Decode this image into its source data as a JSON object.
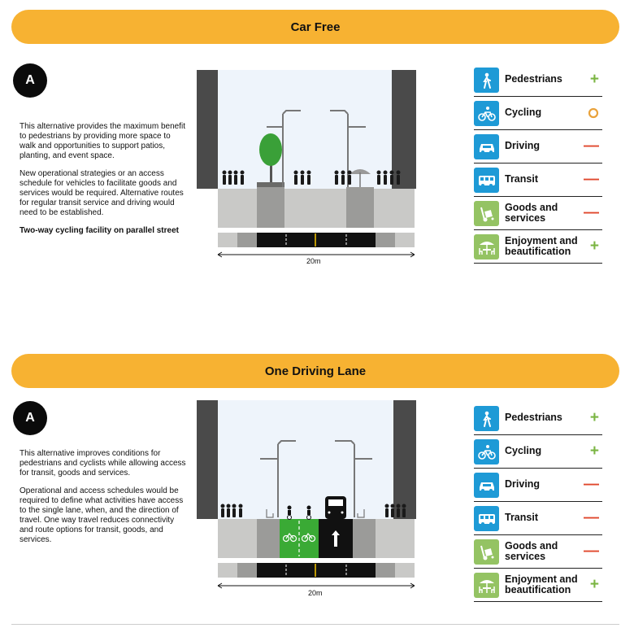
{
  "sections": [
    {
      "banner_title": "Car Free",
      "badge": "A",
      "paragraphs": [
        "This alternative provides the maximum benefit to pedestrians by providing more space to walk and opportunities to support patios, planting, and event space.",
        "New operational strategies or an access schedule for vehicles to facilitate goods and services would be required. Alternative routes for regular transit service and driving would need to be established."
      ],
      "bold_note": "Two-way cycling facility on parallel street",
      "scale": "20m",
      "ratings": [
        {
          "label": "Pedestrians",
          "icon": "pedestrian-icon",
          "symbol": "+",
          "kind": "plus"
        },
        {
          "label": "Cycling",
          "icon": "bicycle-icon",
          "symbol": "o",
          "kind": "circle"
        },
        {
          "label": "Driving",
          "icon": "car-icon",
          "symbol": "—",
          "kind": "minus"
        },
        {
          "label": "Transit",
          "icon": "bus-icon",
          "symbol": "—",
          "kind": "minus"
        },
        {
          "label": "Goods and services",
          "icon": "hand-truck-icon",
          "symbol": "—",
          "kind": "minus"
        },
        {
          "label": "Enjoyment and beautification",
          "icon": "patio-icon",
          "symbol": "+",
          "kind": "plus"
        }
      ]
    },
    {
      "banner_title": "One Driving Lane",
      "badge": "A",
      "paragraphs": [
        "This alternative improves conditions for pedestrians and cyclists while allowing access for transit, goods and services.",
        "Operational and access schedules would be required to define what activities have access to the single lane, when, and the direction of travel. One way travel reduces connectivity and route options for transit, goods, and services."
      ],
      "bold_note": "",
      "scale": "20m",
      "ratings": [
        {
          "label": "Pedestrians",
          "icon": "pedestrian-icon",
          "symbol": "+",
          "kind": "plus"
        },
        {
          "label": "Cycling",
          "icon": "bicycle-icon",
          "symbol": "+",
          "kind": "plus"
        },
        {
          "label": "Driving",
          "icon": "car-icon",
          "symbol": "—",
          "kind": "minus"
        },
        {
          "label": "Transit",
          "icon": "bus-icon",
          "symbol": "—",
          "kind": "minus"
        },
        {
          "label": "Goods and services",
          "icon": "hand-truck-icon",
          "symbol": "—",
          "kind": "minus"
        },
        {
          "label": "Enjoyment and beautification",
          "icon": "patio-icon",
          "symbol": "+",
          "kind": "plus"
        }
      ]
    }
  ],
  "colors": {
    "banner": "#f7b232",
    "mobility_icon": "#1e9ad6",
    "place_icon": "#94c363",
    "plus": "#7bb543",
    "minus": "#e0472c",
    "neutral": "#e9a23b",
    "bike_lane": "#3aaa35"
  }
}
